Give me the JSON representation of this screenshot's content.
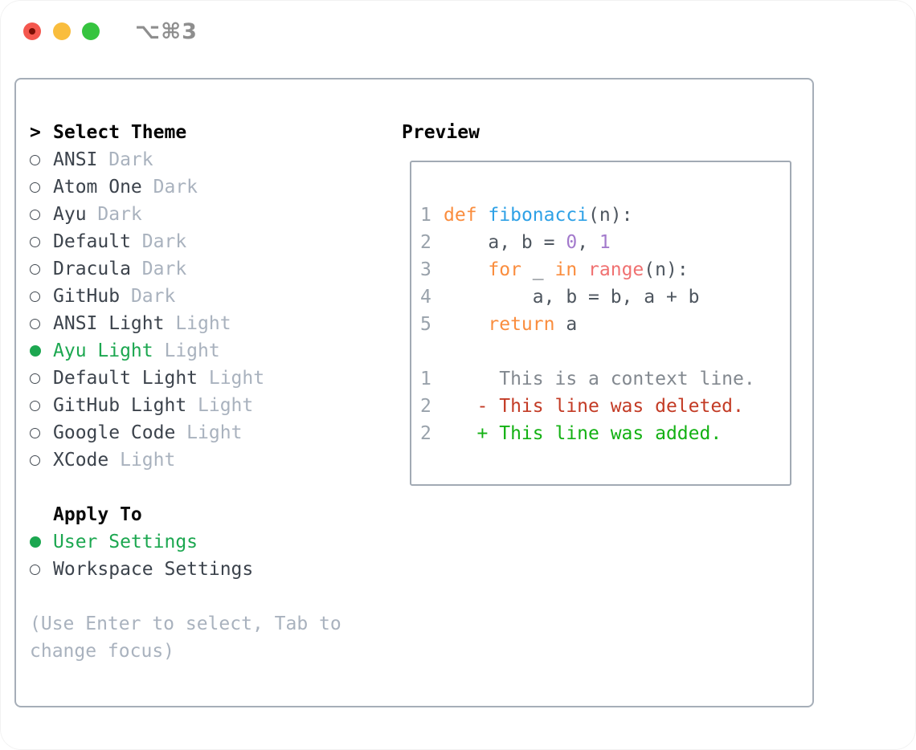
{
  "titlebar": {
    "shortcut": "⌥⌘3"
  },
  "select_theme": {
    "prompt": ">",
    "heading": "Select Theme"
  },
  "themes": [
    {
      "name": "ANSI",
      "tag": "Dark",
      "selected": false
    },
    {
      "name": "Atom One",
      "tag": "Dark",
      "selected": false
    },
    {
      "name": "Ayu",
      "tag": "Dark",
      "selected": false
    },
    {
      "name": "Default",
      "tag": "Dark",
      "selected": false
    },
    {
      "name": "Dracula",
      "tag": "Dark",
      "selected": false
    },
    {
      "name": "GitHub",
      "tag": "Dark",
      "selected": false
    },
    {
      "name": "ANSI Light",
      "tag": "Light",
      "selected": false
    },
    {
      "name": "Ayu Light",
      "tag": "Light",
      "selected": true
    },
    {
      "name": "Default Light",
      "tag": "Light",
      "selected": false
    },
    {
      "name": "GitHub Light",
      "tag": "Light",
      "selected": false
    },
    {
      "name": "Google Code",
      "tag": "Light",
      "selected": false
    },
    {
      "name": "XCode",
      "tag": "Light",
      "selected": false
    }
  ],
  "apply_to": {
    "heading": "Apply To",
    "options": [
      {
        "label": "User Settings",
        "selected": true
      },
      {
        "label": "Workspace Settings",
        "selected": false
      }
    ]
  },
  "help_lines": [
    "(Use Enter to select, Tab to",
    "change focus)"
  ],
  "preview": {
    "heading": "Preview"
  },
  "code": {
    "lines": [
      {
        "num": "1",
        "tokens": [
          {
            "t": "def",
            "c": "keyword"
          },
          {
            "t": " ",
            "c": "plain"
          },
          {
            "t": "fibonacci",
            "c": "function"
          },
          {
            "t": "(n):",
            "c": "plain"
          }
        ]
      },
      {
        "num": "2",
        "tokens": [
          {
            "t": "    a, b = ",
            "c": "plain"
          },
          {
            "t": "0",
            "c": "number"
          },
          {
            "t": ", ",
            "c": "plain"
          },
          {
            "t": "1",
            "c": "number"
          }
        ]
      },
      {
        "num": "3",
        "tokens": [
          {
            "t": "    ",
            "c": "plain"
          },
          {
            "t": "for",
            "c": "keyword"
          },
          {
            "t": " _ ",
            "c": "plain"
          },
          {
            "t": "in",
            "c": "keyword"
          },
          {
            "t": " ",
            "c": "plain"
          },
          {
            "t": "range",
            "c": "builtin"
          },
          {
            "t": "(n):",
            "c": "plain"
          }
        ]
      },
      {
        "num": "4",
        "tokens": [
          {
            "t": "        a, b = b, a + b",
            "c": "plain"
          }
        ]
      },
      {
        "num": "5",
        "tokens": [
          {
            "t": "    ",
            "c": "plain"
          },
          {
            "t": "return",
            "c": "keyword"
          },
          {
            "t": " a",
            "c": "plain"
          }
        ]
      },
      {
        "num": "",
        "tokens": []
      },
      {
        "num": "1",
        "tokens": [
          {
            "t": "     This is a context line.",
            "c": "context"
          }
        ]
      },
      {
        "num": "2",
        "tokens": [
          {
            "t": "   - This line was deleted.",
            "c": "deleted"
          }
        ]
      },
      {
        "num": "2",
        "tokens": [
          {
            "t": "   + This line was added.",
            "c": "added"
          }
        ]
      }
    ]
  },
  "colors": {
    "keyword": "#FA8D3E",
    "function": "#2EA1E6",
    "number": "#A37ACC",
    "builtin": "#F07171",
    "plain": "#4E565F",
    "context": "#82888F",
    "deleted": "#C33B25",
    "added": "#13B113",
    "line_number": "#99A2AB",
    "item_text": "#3C434C",
    "tag_text": "#A9B2BE",
    "selected_green": "#1CA750",
    "help_text": "#A9B2BE",
    "traffic_red": "#F4574E",
    "traffic_yellow": "#F9BD3D",
    "traffic_green": "#36C43F"
  }
}
